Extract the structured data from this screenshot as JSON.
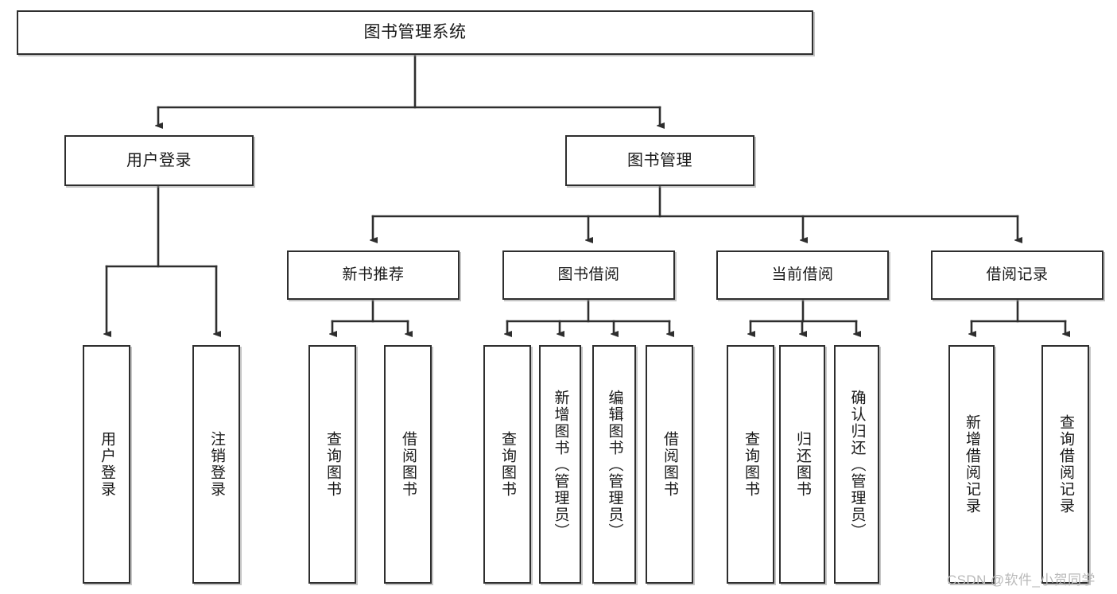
{
  "diagram": {
    "title": "图书管理系统",
    "type": "hierarchy-tree",
    "watermark": "CSDN @软件_小贺同学",
    "colors": {
      "box_border": "#2e2e2e",
      "box_fill": "#ffffff",
      "edge": "#2e2e2e",
      "text": "#1a1a1a",
      "watermark": "#b9b9b9",
      "background": "#ffffff"
    },
    "root": {
      "label": "图书管理系统"
    },
    "level2": [
      {
        "label": "用户登录"
      },
      {
        "label": "图书管理"
      }
    ],
    "level3": [
      {
        "label": "新书推荐"
      },
      {
        "label": "图书借阅"
      },
      {
        "label": "当前借阅"
      },
      {
        "label": "借阅记录"
      }
    ],
    "leaves": {
      "user_login": [
        {
          "label": "用户登录"
        },
        {
          "label": "注销登录"
        }
      ],
      "new_book_recommend": [
        {
          "label": "查询图书"
        },
        {
          "label": "借阅图书"
        }
      ],
      "book_borrow": [
        {
          "label": "查询图书"
        },
        {
          "label": "新增图书（管理员）"
        },
        {
          "label": "编辑图书（管理员）"
        },
        {
          "label": "借阅图书"
        }
      ],
      "current_borrow": [
        {
          "label": "查询图书"
        },
        {
          "label": "归还图书"
        },
        {
          "label": "确认归还（管理员）"
        }
      ],
      "borrow_record": [
        {
          "label": "新增借阅记录"
        },
        {
          "label": "查询借阅记录"
        }
      ]
    }
  }
}
